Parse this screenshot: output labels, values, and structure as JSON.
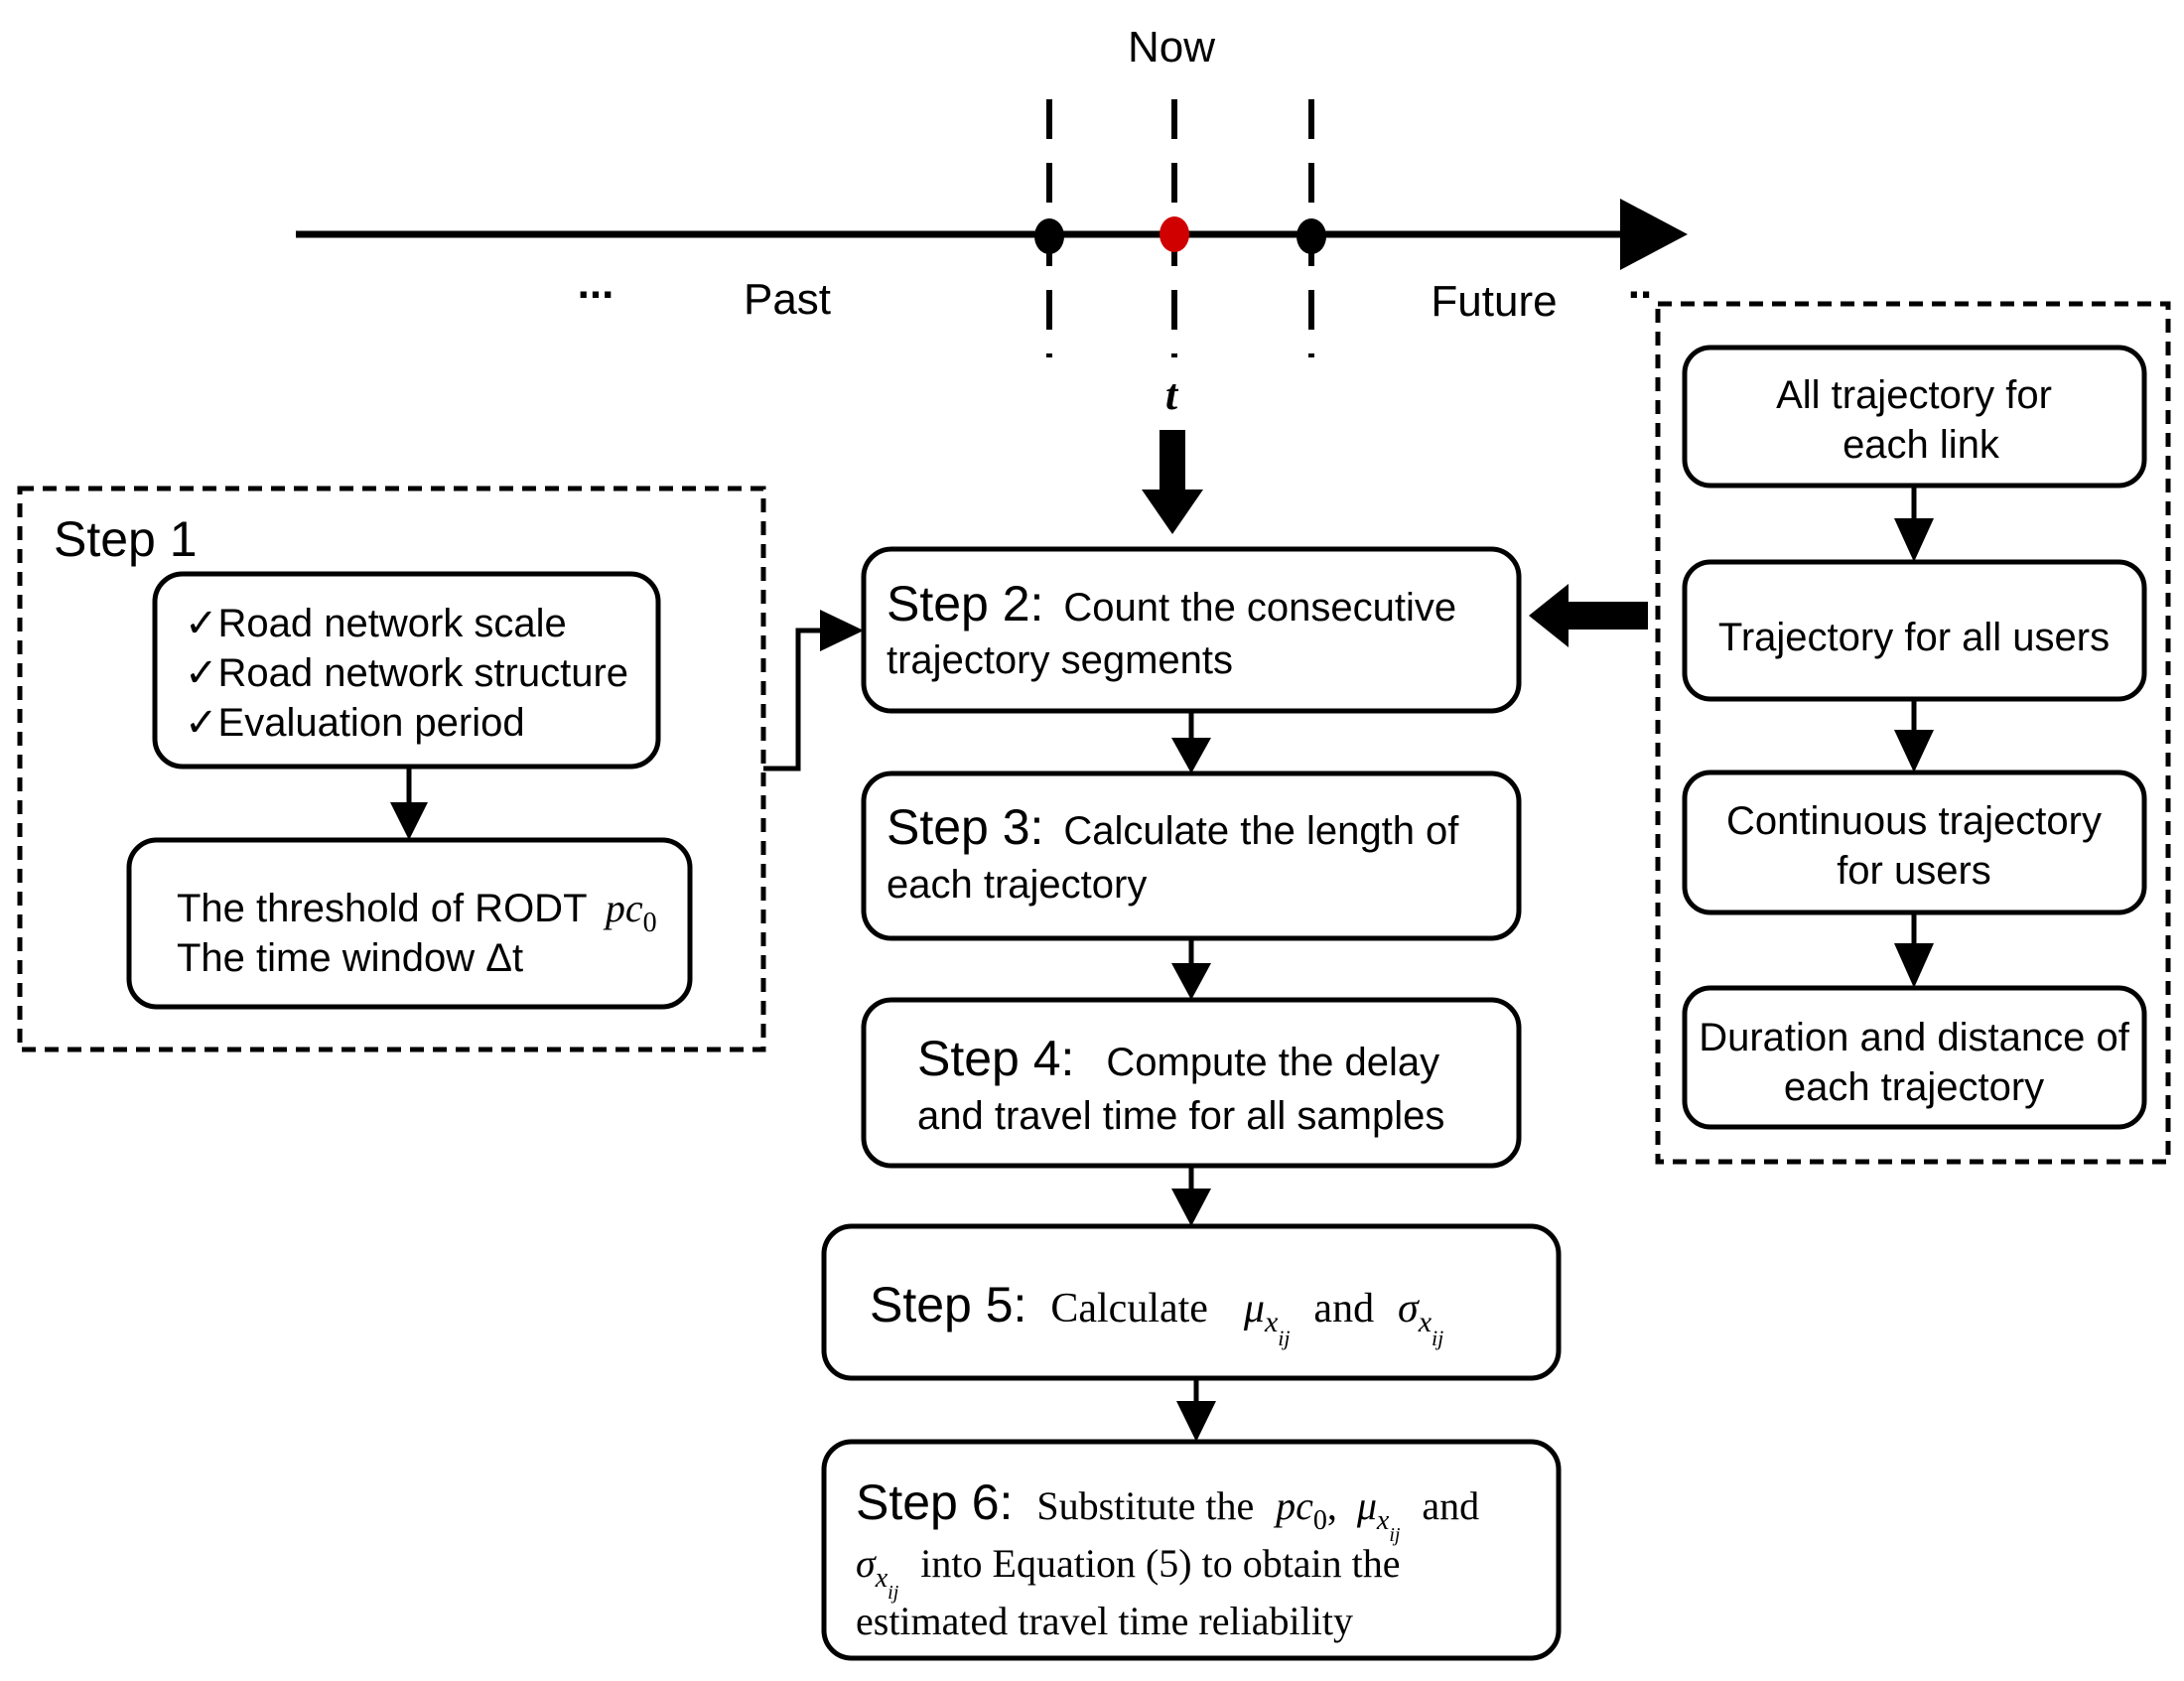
{
  "timeline": {
    "now_label": "Now",
    "past_label": "Past",
    "future_label": "Future",
    "ellipsis_left": "...",
    "ellipsis_right": "..",
    "time_label": "t",
    "colors": {
      "now_point": "#d00000",
      "axis": "#000000"
    }
  },
  "step1": {
    "title": "Step 1",
    "checklist": [
      "✓Road network scale",
      "✓Road network structure",
      "✓Evaluation period"
    ],
    "threshold_label": "The threshold of RODT",
    "threshold_symbol": "pc",
    "threshold_sub": "0",
    "window_label": "The time window Δt"
  },
  "step2": {
    "head": "Step 2:",
    "text_line1": "Count the consecutive",
    "text_line2": "trajectory segments"
  },
  "step3": {
    "head": "Step 3:",
    "text_line1": "Calculate the length of",
    "text_line2": "each trajectory"
  },
  "step4": {
    "head": "Step 4:",
    "text_line1": "Compute the delay",
    "text_line2": "and travel time for all samples"
  },
  "step5": {
    "head": "Step 5:",
    "calc": "Calculate",
    "mu": "μ",
    "and": "and",
    "sigma": "σ",
    "sub_x": "x",
    "sub_ij": "ij"
  },
  "step6": {
    "head": "Step 6:",
    "line1_a": "Substitute the",
    "pc": "pc",
    "pc_sub": "0",
    "mu": "μ",
    "and": "and",
    "sigma": "σ",
    "sub_x": "x",
    "sub_ij": "ij",
    "line2_rest": "into Equation (5) to obtain the",
    "line3": "estimated travel time reliability"
  },
  "right_panel": {
    "boxes": [
      {
        "line1": "All trajectory for",
        "line2": "each link"
      },
      {
        "line1": "Trajectory for all users",
        "line2": ""
      },
      {
        "line1": "Continuous trajectory",
        "line2": "for users"
      },
      {
        "line1": "Duration and distance of",
        "line2": "each trajectory"
      }
    ]
  }
}
